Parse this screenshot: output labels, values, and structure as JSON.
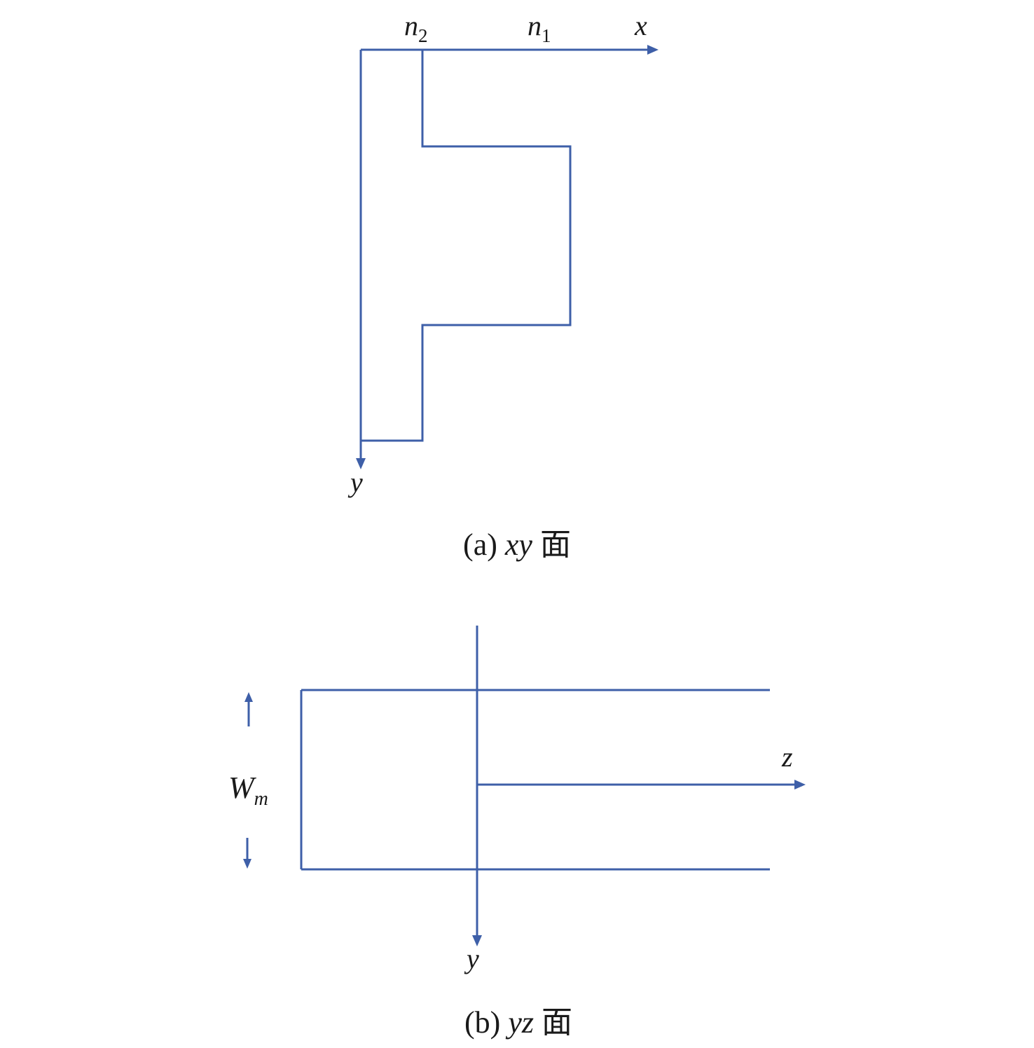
{
  "panel_a": {
    "labels": {
      "n2_base": "n",
      "n2_sub": "2",
      "n1_base": "n",
      "n1_sub": "1",
      "x_axis": "x",
      "y_axis": "y"
    },
    "caption": {
      "prefix": "(a) ",
      "var": "xy",
      "suffix": " 面"
    }
  },
  "panel_b": {
    "labels": {
      "z_axis": "z",
      "y_axis": "y",
      "w_base": "W",
      "w_sub": "m"
    },
    "caption": {
      "prefix": "(b) ",
      "var": "yz",
      "suffix": " 面"
    }
  },
  "colors": {
    "line": "#3e5fa8",
    "text": "#1a1a1a"
  }
}
